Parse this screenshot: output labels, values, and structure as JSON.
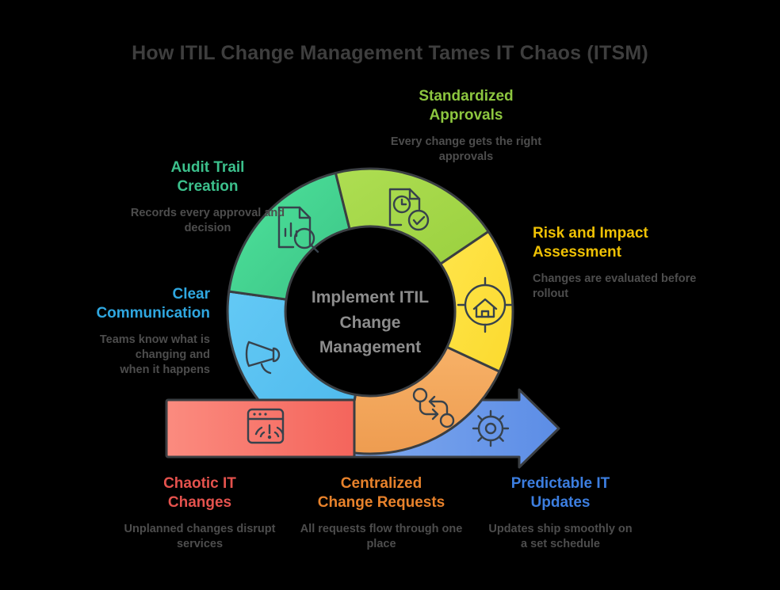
{
  "title": "How ITIL Change Management Tames IT Chaos (ITSM)",
  "center": {
    "text": "Implement ITIL\nChange\nManagement"
  },
  "labels": {
    "standardized": {
      "title": "Standardized\nApprovals",
      "desc": "Every change gets the right\napprovals",
      "color": "#8dc63f"
    },
    "audit": {
      "title": "Audit Trail\nCreation",
      "desc": "Records every approval and\ndecision",
      "color": "#3cc08c"
    },
    "clear": {
      "title": "Clear\nCommunication",
      "desc": "Teams know what is\nchanging and\nwhen it happens",
      "color": "#2fa7e0"
    },
    "risk": {
      "title": "Risk and Impact\nAssessment",
      "desc": "Changes are evaluated before\nrollout",
      "color": "#efc104"
    },
    "chaotic": {
      "title": "Chaotic IT\nChanges",
      "desc": "Unplanned changes disrupt\nservices",
      "color": "#e4524d"
    },
    "centralized": {
      "title": "Centralized\nChange Requests",
      "desc": "All requests flow through one\nplace",
      "color": "#e8822b"
    },
    "predictable": {
      "title": "Predictable IT\nUpdates",
      "desc": "Updates ship smoothly on\na set schedule",
      "color": "#3c7ee0"
    }
  },
  "palette": {
    "segment_teal": "#46d391",
    "segment_green": "#a5db4b",
    "segment_yellow": "#ffe13d",
    "segment_orange": "#f3a75f",
    "segment_blue": "#58c2f1",
    "arrow_red": "#f8756b",
    "arrow_blue": "#6d9eea",
    "outline": "#3a3e42",
    "icon_stroke": "#37424c",
    "title_gray": "#3e3e3e",
    "desc_gray": "#4d4d4d",
    "center_gray": "#8d8d8d"
  },
  "icons": [
    "approval-document-icon",
    "target-house-icon",
    "sync-arrows-icon",
    "megaphone-icon",
    "audit-document-icon",
    "browser-alert-icon",
    "gear-icon"
  ]
}
